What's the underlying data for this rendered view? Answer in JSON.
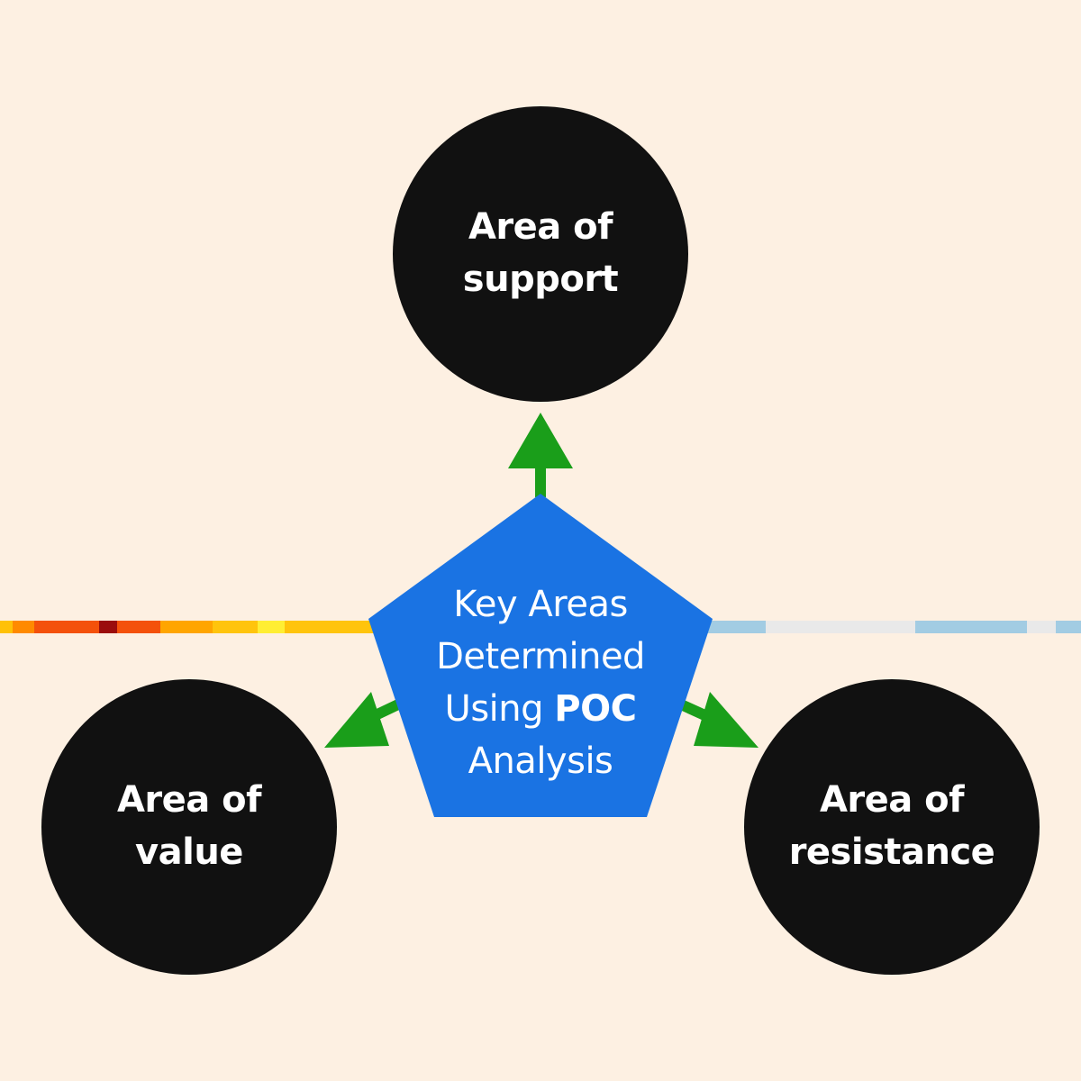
{
  "diagram": {
    "center": {
      "line1": "Key Areas",
      "line2": "Determined",
      "line3_plain": "Using",
      "line3_bold": "POC",
      "line4": "Analysis"
    },
    "nodes": {
      "top": {
        "line1": "Area of",
        "line2": "support"
      },
      "left": {
        "line1": "Area of",
        "line2": "value"
      },
      "right": {
        "line1": "Area of",
        "line2": "resistance"
      }
    }
  },
  "colors": {
    "background": "#fdf0e2",
    "circle": "#111111",
    "pentagon": "#1a73e3",
    "arrow": "#1a9e1a",
    "text": "#ffffff",
    "bar_left": [
      "#ffc107",
      "#f4510b",
      "#9b0d0d",
      "#f4510b",
      "#ffa500",
      "#ffc40c",
      "#ffee33",
      "#ffc40c"
    ],
    "bar_right": [
      "#a2cce3",
      "#e9e9e9",
      "#a2cce3",
      "#e9e9e9",
      "#a2cce3"
    ]
  }
}
